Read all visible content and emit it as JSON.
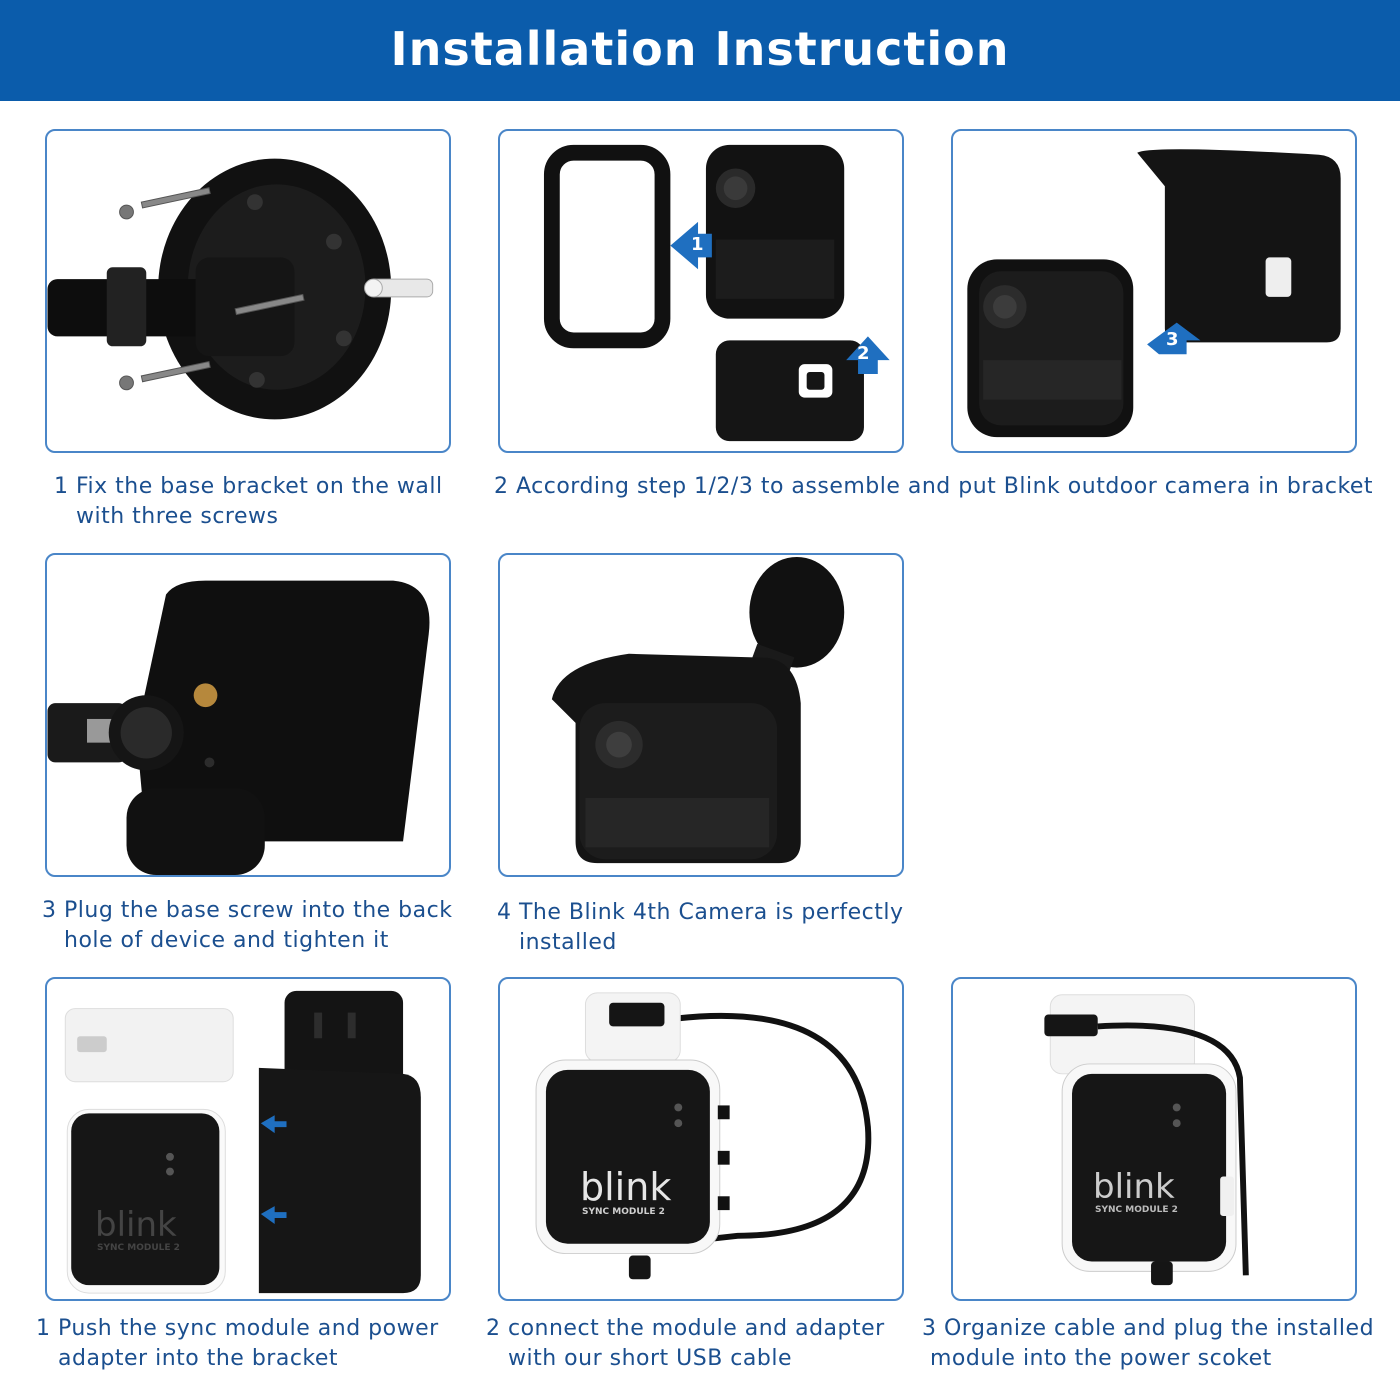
{
  "header": {
    "title": "Installation Instruction"
  },
  "colors": {
    "header_bg": "#0b5cab",
    "panel_border": "#4a86c8",
    "caption_text": "#1b4f8f",
    "arrow_blue": "#1f6fc0"
  },
  "badges": {
    "step1": "1",
    "step2": "2",
    "step3": "3"
  },
  "camera_captions": [
    {
      "line1": "1 Fix the base bracket on the wall",
      "line2": "with three screws"
    },
    {
      "line1": "2 According step 1/2/3 to assemble and put Blink outdoor camera in bracket",
      "line2": ""
    },
    {
      "line1": "3 Plug the base screw into the back",
      "line2": "hole of device and tighten it"
    },
    {
      "line1": "4 The Blink 4th Camera is perfectly",
      "line2": "installed"
    }
  ],
  "module_captions": [
    {
      "line1": "1 Push the sync module and power",
      "line2": "adapter into the bracket"
    },
    {
      "line1": "2 connect the module and adapter",
      "line2": "with our short USB cable"
    },
    {
      "line1": "3 Organize cable and plug the installed",
      "line2": "module into the power scoket"
    }
  ],
  "device_labels": {
    "brand": "blink",
    "model": "SYNC MODULE 2"
  }
}
